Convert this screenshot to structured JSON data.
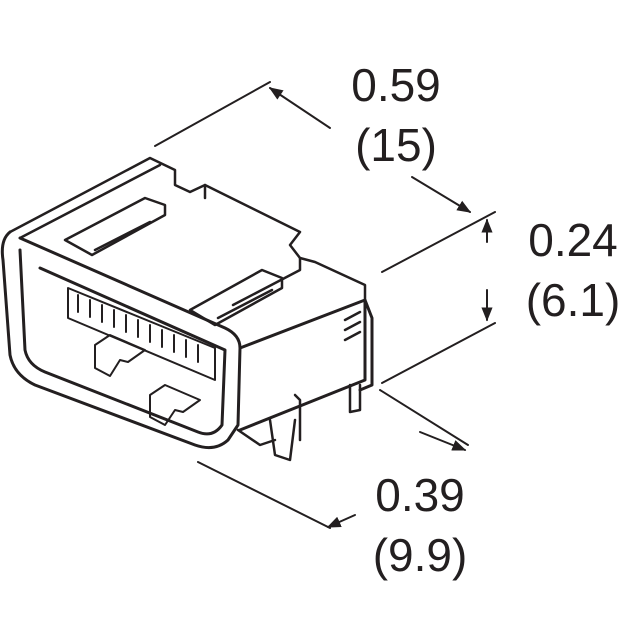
{
  "drawing": {
    "subject": "connector-outline",
    "line_color": "#231f20"
  },
  "dimensions": {
    "length": {
      "inches": "0.59",
      "mm": "(15)"
    },
    "height": {
      "inches": "0.24",
      "mm": "(6.1)"
    },
    "width": {
      "inches": "0.39",
      "mm": "(9.9)"
    }
  }
}
